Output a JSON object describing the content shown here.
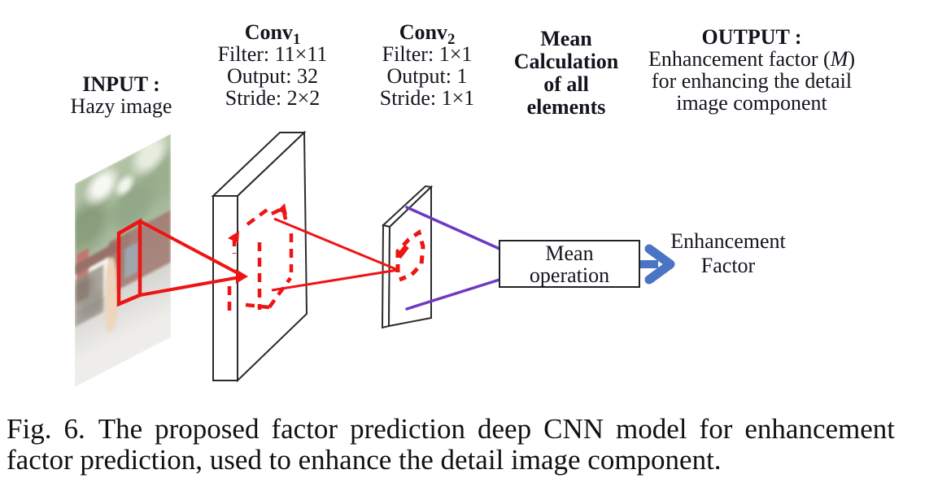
{
  "figure": {
    "labels": {
      "input": {
        "title": "INPUT :",
        "subtitle": "Hazy image"
      },
      "conv1": {
        "name": "Conv",
        "sub": "1",
        "filter": "Filter: 11×11",
        "output": "Output: 32",
        "stride": "Stride: 2×2"
      },
      "conv2": {
        "name": "Conv",
        "sub": "2",
        "filter": "Filter: 1×1",
        "output": "Output: 1",
        "stride": "Stride: 1×1"
      },
      "mean": {
        "line1": "Mean",
        "line2": "Calculation",
        "line3": "of all",
        "line4": "elements"
      },
      "output": {
        "title": "OUTPUT :",
        "line2_pre": "Enhancement factor (",
        "line2_var": "M",
        "line2_post": ")",
        "line3": "for enhancing the detail",
        "line4": "image component"
      }
    },
    "diagram": {
      "mean_box": {
        "line1": "Mean",
        "line2": "operation"
      },
      "result": {
        "line1": "Enhancement",
        "line2": "Factor"
      }
    },
    "colors": {
      "red": "#ee1414",
      "purple": "#6d3ac0",
      "blue": "#4a74c4",
      "ink": "#14141e"
    }
  },
  "caption": {
    "fig_label": "Fig. 6.",
    "line1_rest": "The proposed factor prediction deep CNN model for enhancement",
    "line2": "factor prediction, used to enhance the detail image component."
  }
}
